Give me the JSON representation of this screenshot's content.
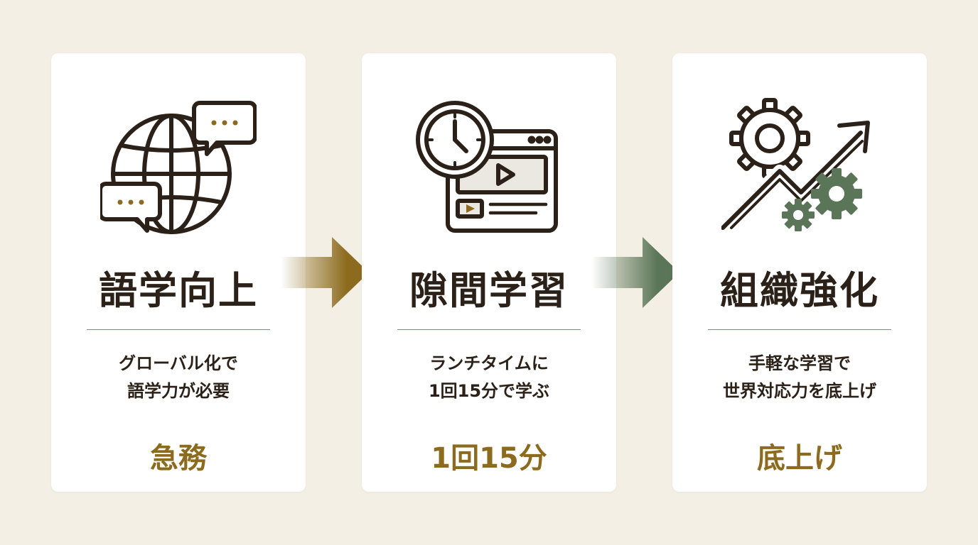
{
  "colors": {
    "background": "#f4efe4",
    "card": "#ffffff",
    "text": "#2b2118",
    "accent_gold": "#8c6b1e",
    "accent_green": "#5a7557",
    "divider": "#7b8a7e"
  },
  "steps": [
    {
      "icon": "globe-chat-icon",
      "title": "語学向上",
      "description": [
        "グローバル化で",
        "語学力が必要"
      ],
      "highlight": "急務"
    },
    {
      "icon": "clock-video-icon",
      "title": "隙間学習",
      "description": [
        "ランチタイムに",
        "1回15分で学ぶ"
      ],
      "highlight": "1回15分"
    },
    {
      "icon": "gears-growth-icon",
      "title": "組織強化",
      "description": [
        "手軽な学習で",
        "世界対応力を底上げ"
      ],
      "highlight": "底上げ"
    }
  ],
  "arrows": [
    {
      "from": 1,
      "to": 2,
      "color": "#8c6b1e"
    },
    {
      "from": 2,
      "to": 3,
      "color": "#5a7557"
    }
  ]
}
